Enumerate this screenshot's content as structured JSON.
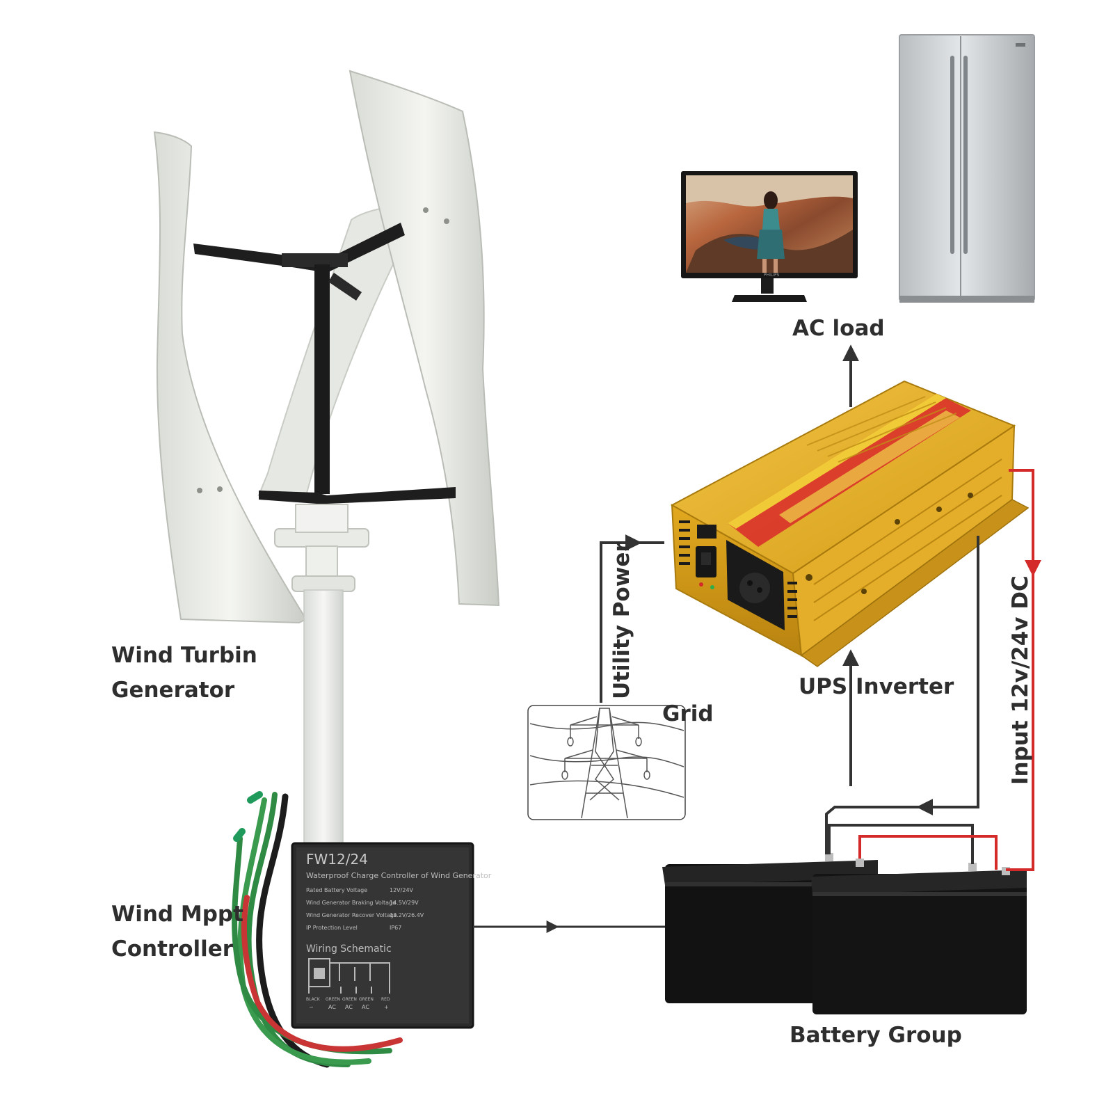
{
  "labels": {
    "wind_turbine": "Wind Turbin",
    "generator": "Generator",
    "wind_mppt": "Wind Mppt",
    "controller": "Controller",
    "ac_load": "AC load",
    "utility_power": "Utility Power",
    "grid": "Grid",
    "ups": "UPS",
    "inverter": "Inverter",
    "input_dc": "Input 12v/24v DC",
    "battery_group": "Battery Group"
  },
  "controller_plate": {
    "model": "FW12/24",
    "subtitle": "Waterproof Charge Controller of Wind Generator",
    "spec_rows": [
      {
        "name": "Rated Battery Voltage",
        "value": "12V/24V"
      },
      {
        "name": "Wind Generator Braking Voltage",
        "value": "14.5V/29V"
      },
      {
        "name": "Wind Generator Recover Voltage",
        "value": "13.2V/26.4V"
      },
      {
        "name": "IP Protection Level",
        "value": "IP67"
      }
    ],
    "schematic_title": "Wiring Schematic",
    "terminals": [
      "BLACK",
      "GREEN",
      "GREEN",
      "GREEN",
      "RED"
    ],
    "terminal_signs": [
      "−",
      "AC",
      "AC",
      "AC",
      "+"
    ]
  },
  "monitor_brand": "PHILIPS",
  "colors": {
    "text": "#2e2e2e",
    "wire_black": "#333333",
    "wire_red": "#d42a2a",
    "inverter_gold": "#e0a91e",
    "battery": "#141414",
    "controller": "#2a2a2a"
  }
}
